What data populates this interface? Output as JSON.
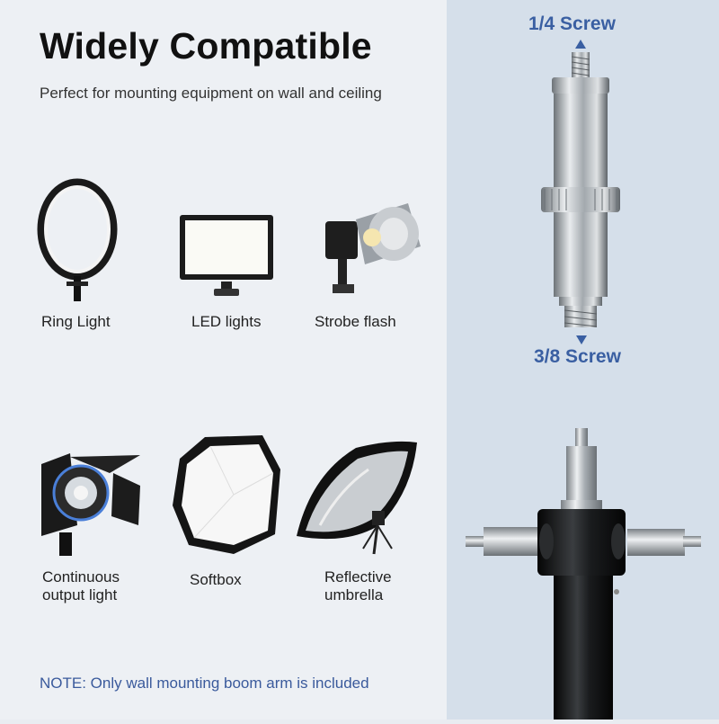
{
  "header": {
    "title": "Widely Compatible",
    "subtitle": "Perfect for mounting equipment on wall and ceiling"
  },
  "equipment": [
    {
      "label": "Ring Light",
      "icon": "ring-light-icon"
    },
    {
      "label": "LED lights",
      "icon": "led-panel-icon"
    },
    {
      "label": "Strobe flash",
      "icon": "strobe-flash-icon"
    },
    {
      "label_line1": "Continuous",
      "label_line2": "output light",
      "icon": "continuous-light-icon"
    },
    {
      "label": "Softbox",
      "icon": "softbox-icon"
    },
    {
      "label_line1": "Reflective",
      "label_line2": "umbrella",
      "icon": "umbrella-icon"
    }
  ],
  "adapter": {
    "top_label": "1/4 Screw",
    "bottom_label": "3/8 Screw"
  },
  "note": "NOTE: Only wall mounting boom arm is included",
  "colors": {
    "accent": "#3a5fa2",
    "left_bg": "#edf0f4",
    "right_bg": "#d5dfea"
  }
}
